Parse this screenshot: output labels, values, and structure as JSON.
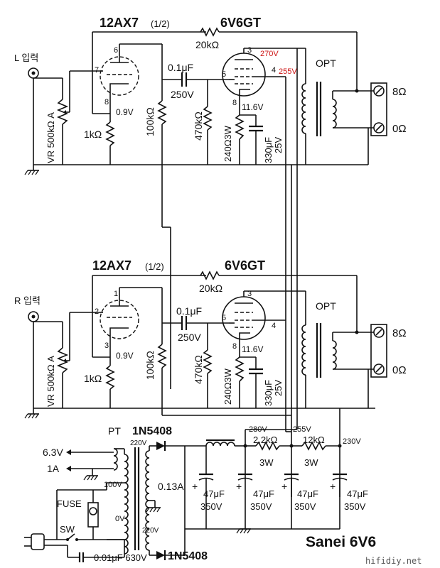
{
  "title": "Sanei 6V6",
  "watermark": "hifidiy.net",
  "left_channel": {
    "input_label": "L 입력",
    "vr_label": "VR 500kΩ A",
    "tube1": "12AX7",
    "tube1_half": "(1/2)",
    "tube2": "6V6GT",
    "feedback_r": "20kΩ",
    "coupling_c": "0.1μF",
    "coupling_v": "250V",
    "cathode_r1": "1kΩ",
    "plate_r1": "100kΩ",
    "grid_r2": "470kΩ",
    "cathode_r2": "240Ω3W",
    "cathode_c2": "330μF",
    "cathode_c2_v": "25V",
    "v_cathode1": "0.9V",
    "v_cathode2": "11.6V",
    "v_plate": "270V",
    "v_screen": "255V",
    "pin_grid1": "7",
    "pin_plate1": "6",
    "pin_cathode1": "8",
    "pin_grid2": "5",
    "pin_plate2": "3",
    "pin_screen2": "4",
    "pin_cathode2": "8",
    "opt": "OPT",
    "out_8": "8Ω",
    "out_0": "0Ω"
  },
  "right_channel": {
    "input_label": "R 입력",
    "vr_label": "VR 500kΩ A",
    "tube1": "12AX7",
    "tube1_half": "(1/2)",
    "tube2": "6V6GT",
    "feedback_r": "20kΩ",
    "coupling_c": "0.1μF",
    "coupling_v": "250V",
    "cathode_r1": "1kΩ",
    "plate_r1": "100kΩ",
    "grid_r2": "470kΩ",
    "cathode_r2": "240Ω3W",
    "cathode_c2": "330μF",
    "cathode_c2_v": "25V",
    "v_cathode1": "0.9V",
    "v_cathode2": "11.6V",
    "pin_grid1": "2",
    "pin_plate1": "1",
    "pin_cathode1": "3",
    "pin_grid2": "5",
    "pin_plate2": "3",
    "pin_screen2": "4",
    "pin_cathode2": "8",
    "opt": "OPT",
    "out_8": "8Ω",
    "out_0": "0Ω"
  },
  "power_supply": {
    "pt": "PT",
    "rectifier_top": "1N5408",
    "rectifier_bottom": "1N5408",
    "heater_v": "6.3V",
    "heater_a": "1A",
    "sec_top": "220V",
    "sec_bottom": "220V",
    "sec_current": "0.13A",
    "pri_100": "100V",
    "pri_0": "0V",
    "fuse": "FUSE",
    "sw": "SW",
    "cap_line": "0.01μF 630V",
    "node_280": "280V",
    "node_255": "255V",
    "node_230": "230V",
    "r_drop1": "2.2kΩ",
    "r_drop1_w": "3W",
    "r_drop2": "12kΩ",
    "r_drop2_w": "3W",
    "filter_cap": "47μF",
    "filter_cap_v": "350V",
    "plus": "+",
    "minus": "-"
  }
}
